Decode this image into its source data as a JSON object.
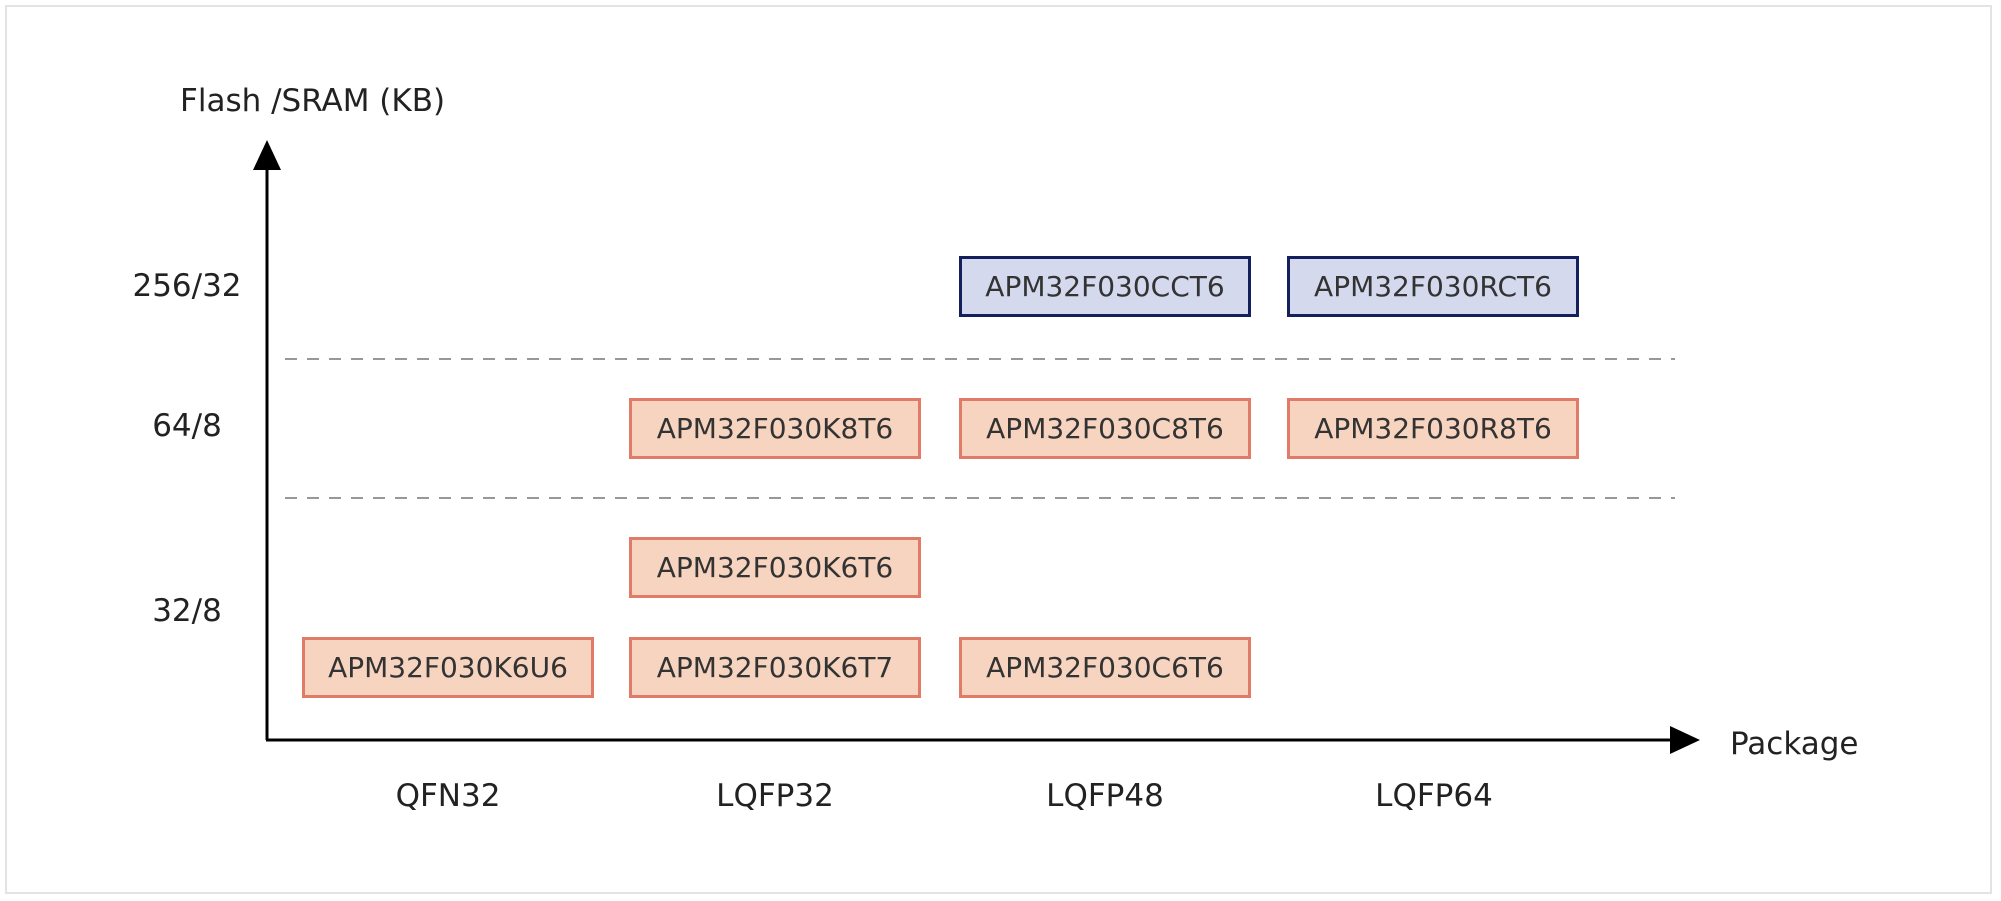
{
  "y_axis_title": "Flash /SRAM (KB)",
  "x_axis_title": "Package",
  "y_levels": [
    "256/32",
    "64/8",
    "32/8"
  ],
  "packages": [
    "QFN32",
    "LQFP32",
    "LQFP48",
    "LQFP64"
  ],
  "parts": {
    "cct6": "APM32F030CCT6",
    "rct6": "APM32F030RCT6",
    "k8t6": "APM32F030K8T6",
    "c8t6": "APM32F030C8T6",
    "r8t6": "APM32F030R8T6",
    "k6t6": "APM32F030K6T6",
    "k6u6": "APM32F030K6U6",
    "k6t7": "APM32F030K6T7",
    "c6t6": "APM32F030C6T6"
  },
  "colors": {
    "standard_fill": "#f7d4bf",
    "standard_border": "#e07b68",
    "high_fill": "#d5d9ee",
    "high_border": "#14205e",
    "axis": "#000000",
    "divider": "#777777"
  }
}
